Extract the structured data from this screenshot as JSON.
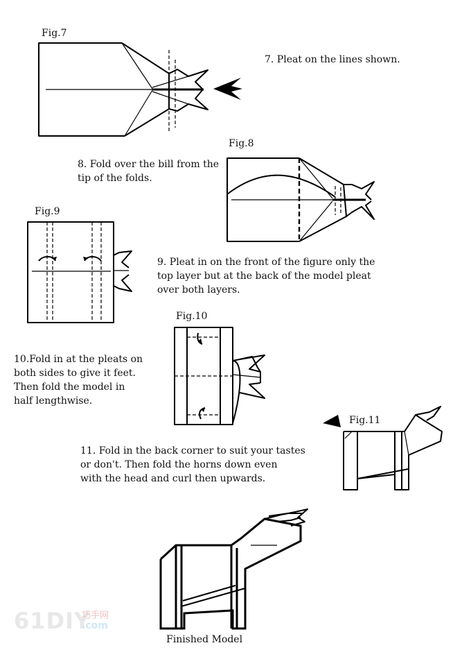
{
  "figures": {
    "fig7": "Fig.7",
    "fig8": "Fig.8",
    "fig9": "Fig.9",
    "fig10": "Fig.10",
    "fig11": "Fig.11"
  },
  "steps": {
    "step7": "7. Pleat on the lines shown.",
    "step8": "8.  Fold over the bill from the\n      tip of the folds.",
    "step9": "9.  Pleat in on the front of the figure only the\n      top layer but at the back of the model pleat\n      over both layers.",
    "step10": "10.Fold in at the pleats on\n       both sides to give it feet.\n       Then fold the model in\n       half lengthwise.",
    "step11": "11.   Fold in the back corner to suit your tastes\n         or don't.  Then fold the horns down even\n         with the head and curl then upwards."
  },
  "caption": "Finished Model",
  "watermark": {
    "logo_text": "61DIY",
    "logo_chinese": "巧手网",
    "logo_domain": ".com"
  }
}
